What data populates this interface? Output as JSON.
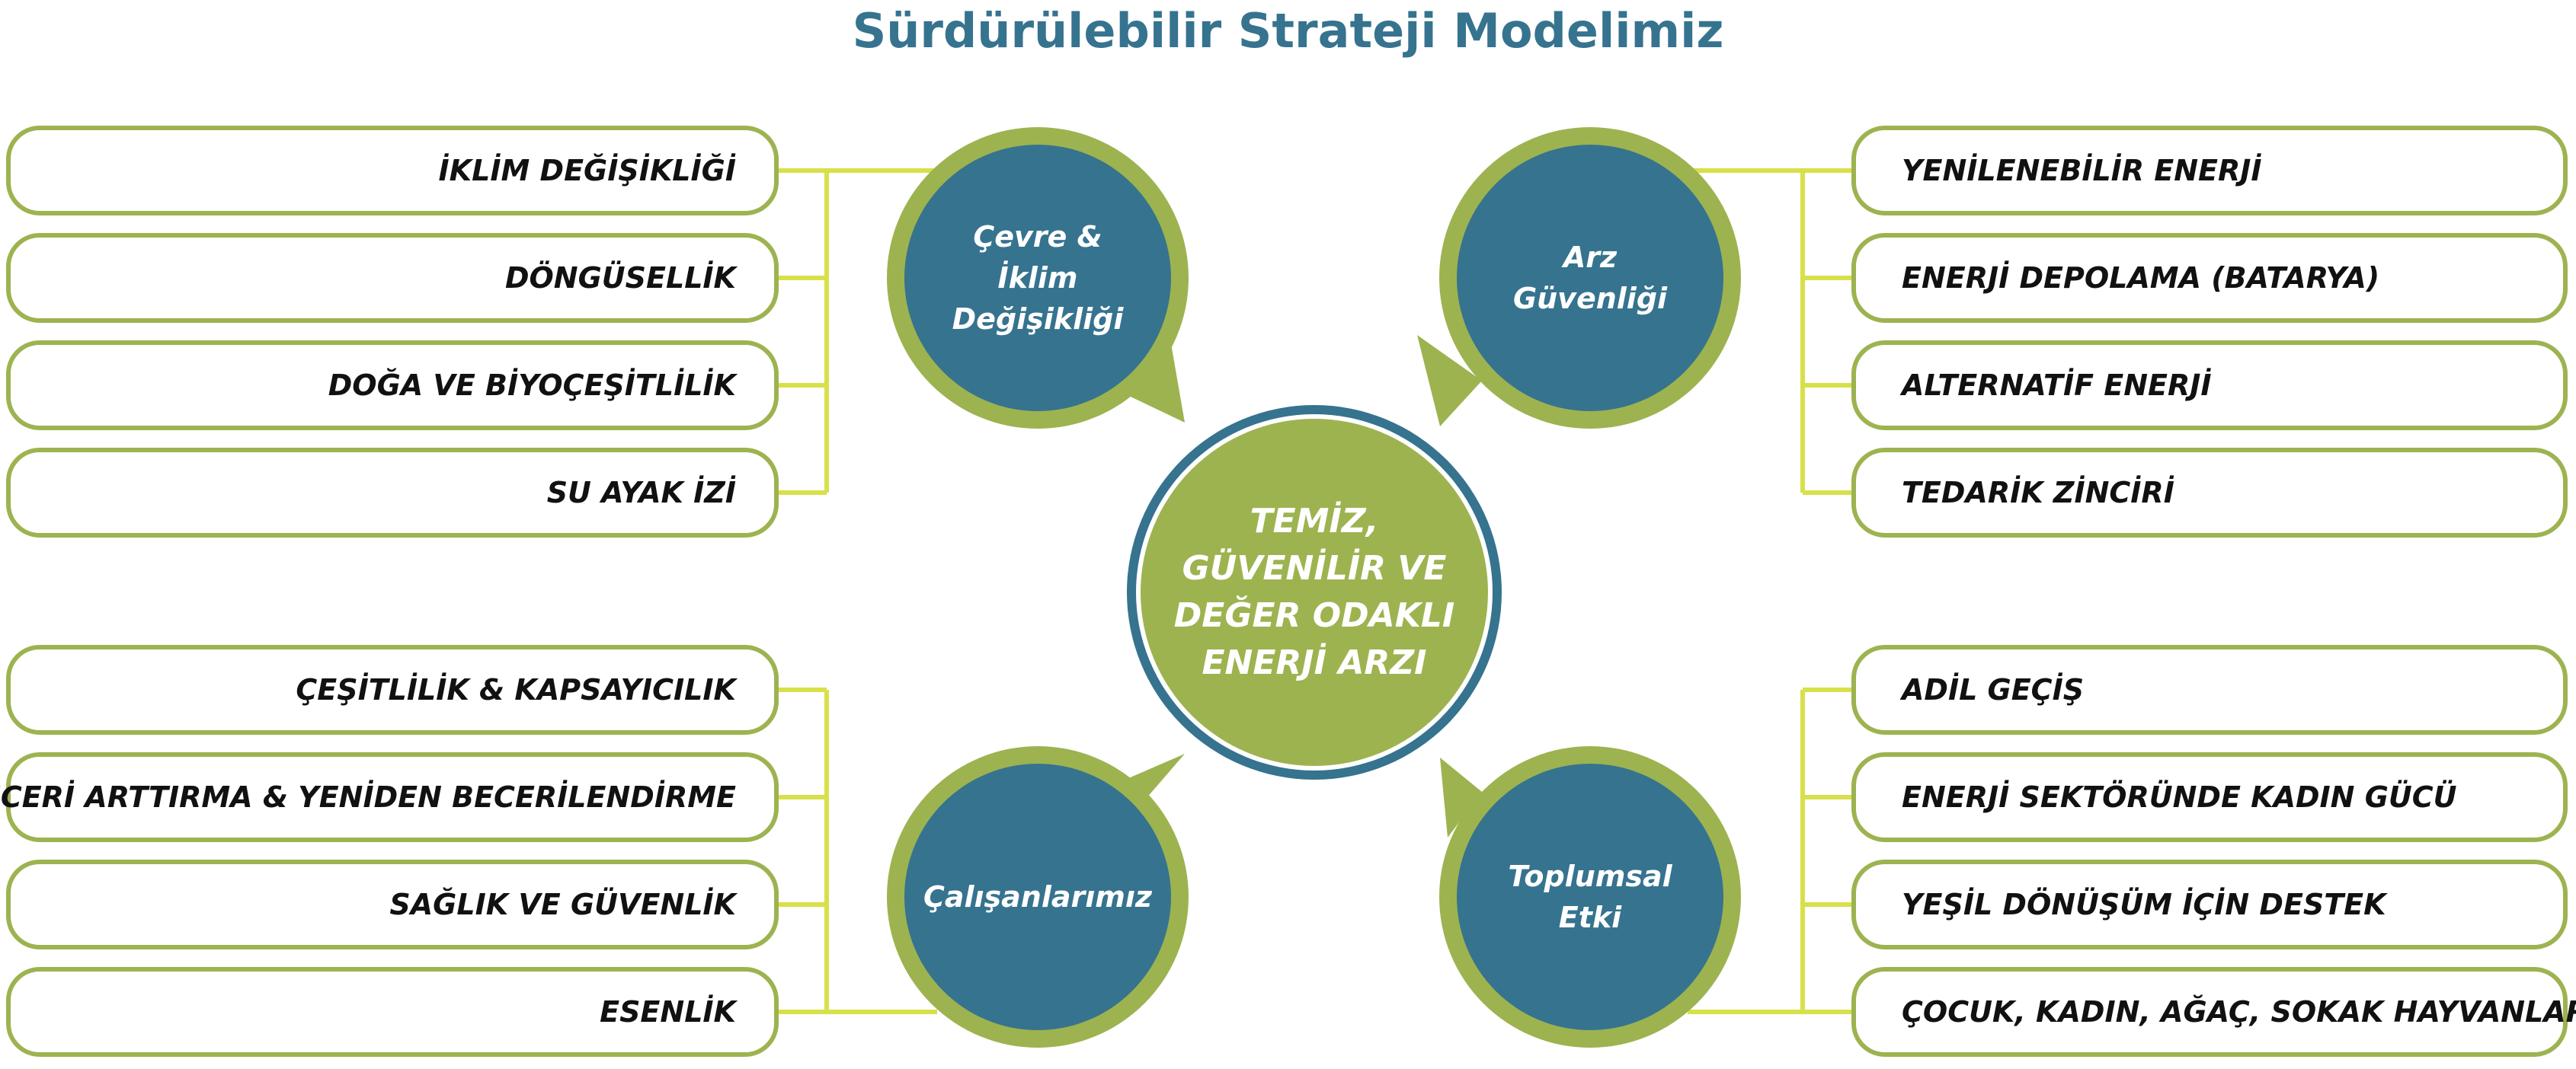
{
  "title": "Sürdürülebilir Strateji Modelimiz",
  "center": {
    "label": "TEMİZ,\nGÜVENİLİR VE\nDEĞER ODAKLI\nENERJİ ARZI"
  },
  "pillars": [
    {
      "id": "cevre",
      "label": "Çevre &\nİklim\nDeğişikliği",
      "items": [
        "İKLİM DEĞİŞİKLİĞİ",
        "DÖNGÜSELLİK",
        "DOĞA VE BİYOÇEŞİTLİLİK",
        "SU AYAK İZİ"
      ]
    },
    {
      "id": "arz",
      "label": "Arz\nGüvenliği",
      "items": [
        "YENİLENEBİLİR ENERJİ",
        "ENERJİ DEPOLAMA (BATARYA)",
        "ALTERNATİF ENERJİ",
        "TEDARİK ZİNCİRİ"
      ]
    },
    {
      "id": "calisanlar",
      "label": "Çalışanlarımız",
      "items": [
        "ÇEŞİTLİLİK & KAPSAYICILIK",
        "BECERİ ARTTIRMA & YENİDEN BECERİLENDİRME",
        "SAĞLIK VE GÜVENLİK",
        "ESENLİK"
      ]
    },
    {
      "id": "toplumsal",
      "label": "Toplumsal\nEtki",
      "items": [
        "ADİL GEÇİŞ",
        "ENERJİ SEKTÖRÜNDE KADIN GÜCÜ",
        "YEŞİL DÖNÜŞÜM İÇİN DESTEK",
        "ÇOCUK, KADIN, AĞAÇ, SOKAK HAYVANLARI"
      ]
    }
  ],
  "colors": {
    "title": "#36738f",
    "bubble_fill": "#36738f",
    "ring": "#9db350",
    "center_fill": "#9db350",
    "center_ring": "#36738f",
    "connector": "#d7e04a",
    "pill_border": "#9db350"
  }
}
